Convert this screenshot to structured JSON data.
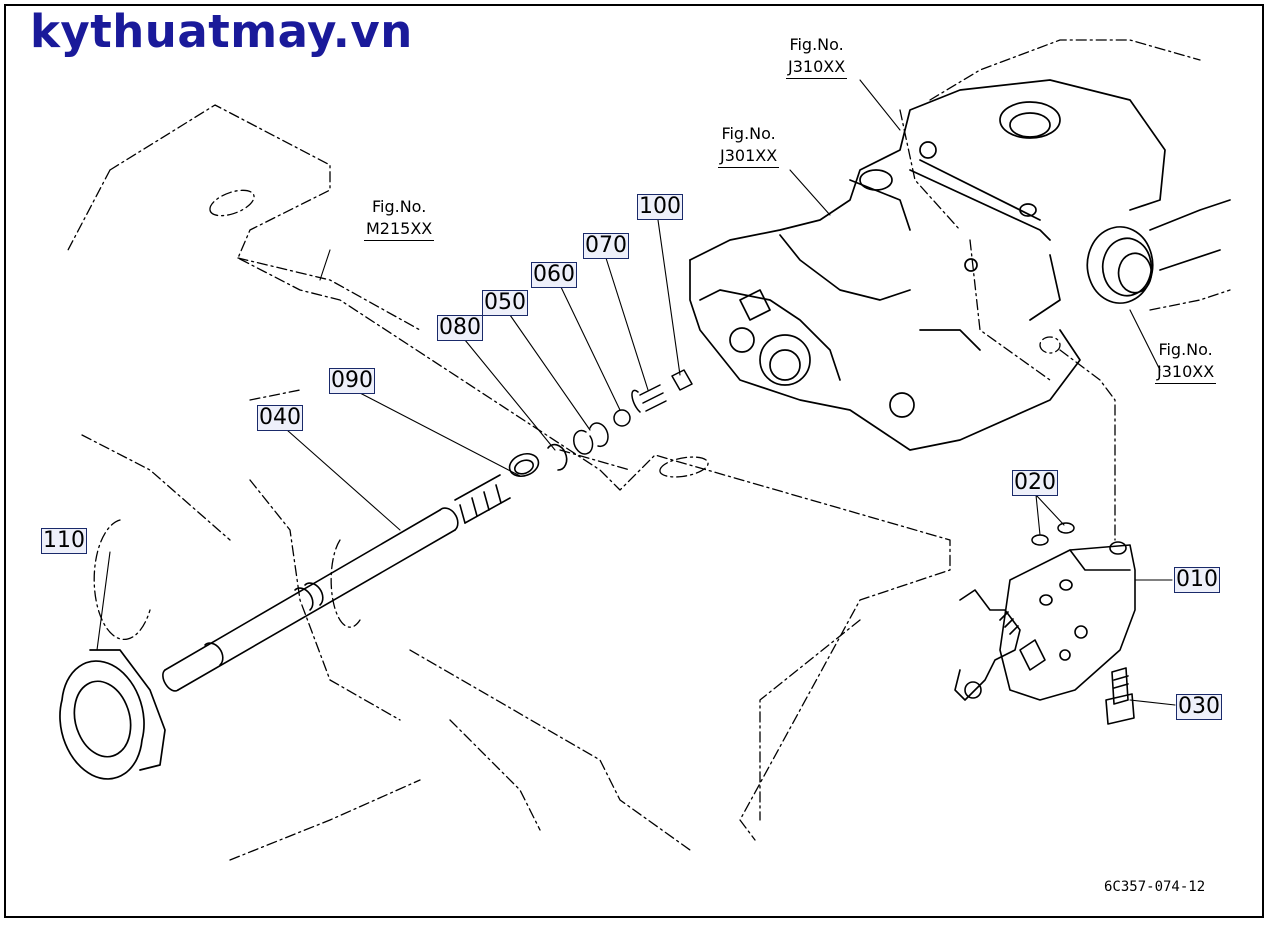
{
  "brand": "kythuatmay.vn",
  "part_labels": {
    "p010": "010",
    "p020": "020",
    "p030": "030",
    "p040": "040",
    "p050": "050",
    "p060": "060",
    "p070": "070",
    "p080": "080",
    "p090": "090",
    "p100": "100",
    "p110": "110"
  },
  "figure_refs": {
    "fig_prefix": "Fig.No.",
    "ref_top": "J310XX",
    "ref_mid": "J301XX",
    "ref_left": "M215XX",
    "ref_right": "J310XX"
  },
  "drawing_number": "6C357-074-12"
}
